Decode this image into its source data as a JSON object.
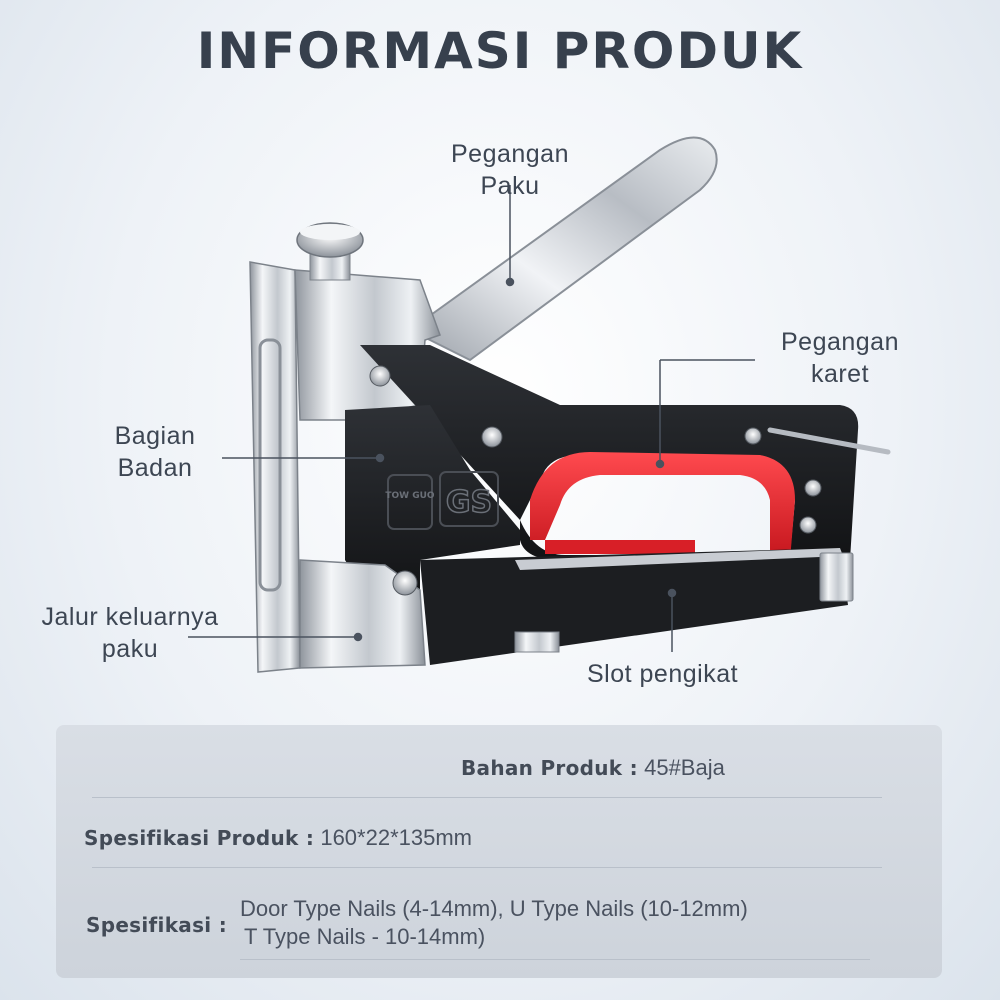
{
  "header": {
    "title": "INFORMASI PRODUK"
  },
  "callouts": {
    "pegangan_paku": [
      "Pegangan",
      "Paku"
    ],
    "pegangan_karet": [
      "Pegangan",
      "karet"
    ],
    "bagian_badan": [
      "Bagian",
      "Badan"
    ],
    "jalur_paku": [
      "Jalur keluarnya",
      "paku"
    ],
    "slot_pengikat": "Slot pengikat"
  },
  "badges": {
    "logo_left": "TOW GUO",
    "logo_right": "GS"
  },
  "specs": {
    "material_label": "Bahan Produk :",
    "material_value": "45#Baja",
    "size_label": "Spesifikasi Produk :",
    "size_value": "160*22*135mm",
    "spec_label": "Spesifikasi :",
    "spec_line1": "Door Type Nails (4-14mm), U Type Nails (10-12mm)",
    "spec_line2": "T Type Nails - 10-14mm)"
  },
  "colors": {
    "title": "#37404d",
    "body_black": "#1a1c1f",
    "grip_red": "#e8232c",
    "chrome": "#c9cdd3",
    "panel": "#d3d9e0"
  }
}
